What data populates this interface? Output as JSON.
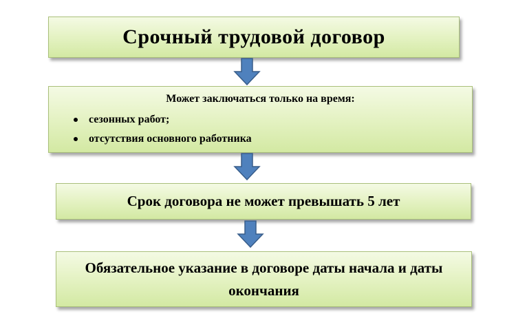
{
  "diagram": {
    "title": "Срочный трудовой договор",
    "conditions": {
      "heading": "Может заключаться только на время:",
      "items": [
        "сезонных работ;",
        "отсутствия основного работника"
      ]
    },
    "term": "Срок договора не может превышать 5 лет",
    "dates": "Обязательное указание в договоре даты начала и даты окончания",
    "colors": {
      "box_fill": "#e6f3c6",
      "box_border": "#a9bf7a",
      "arrow": "#4f81bd"
    }
  }
}
